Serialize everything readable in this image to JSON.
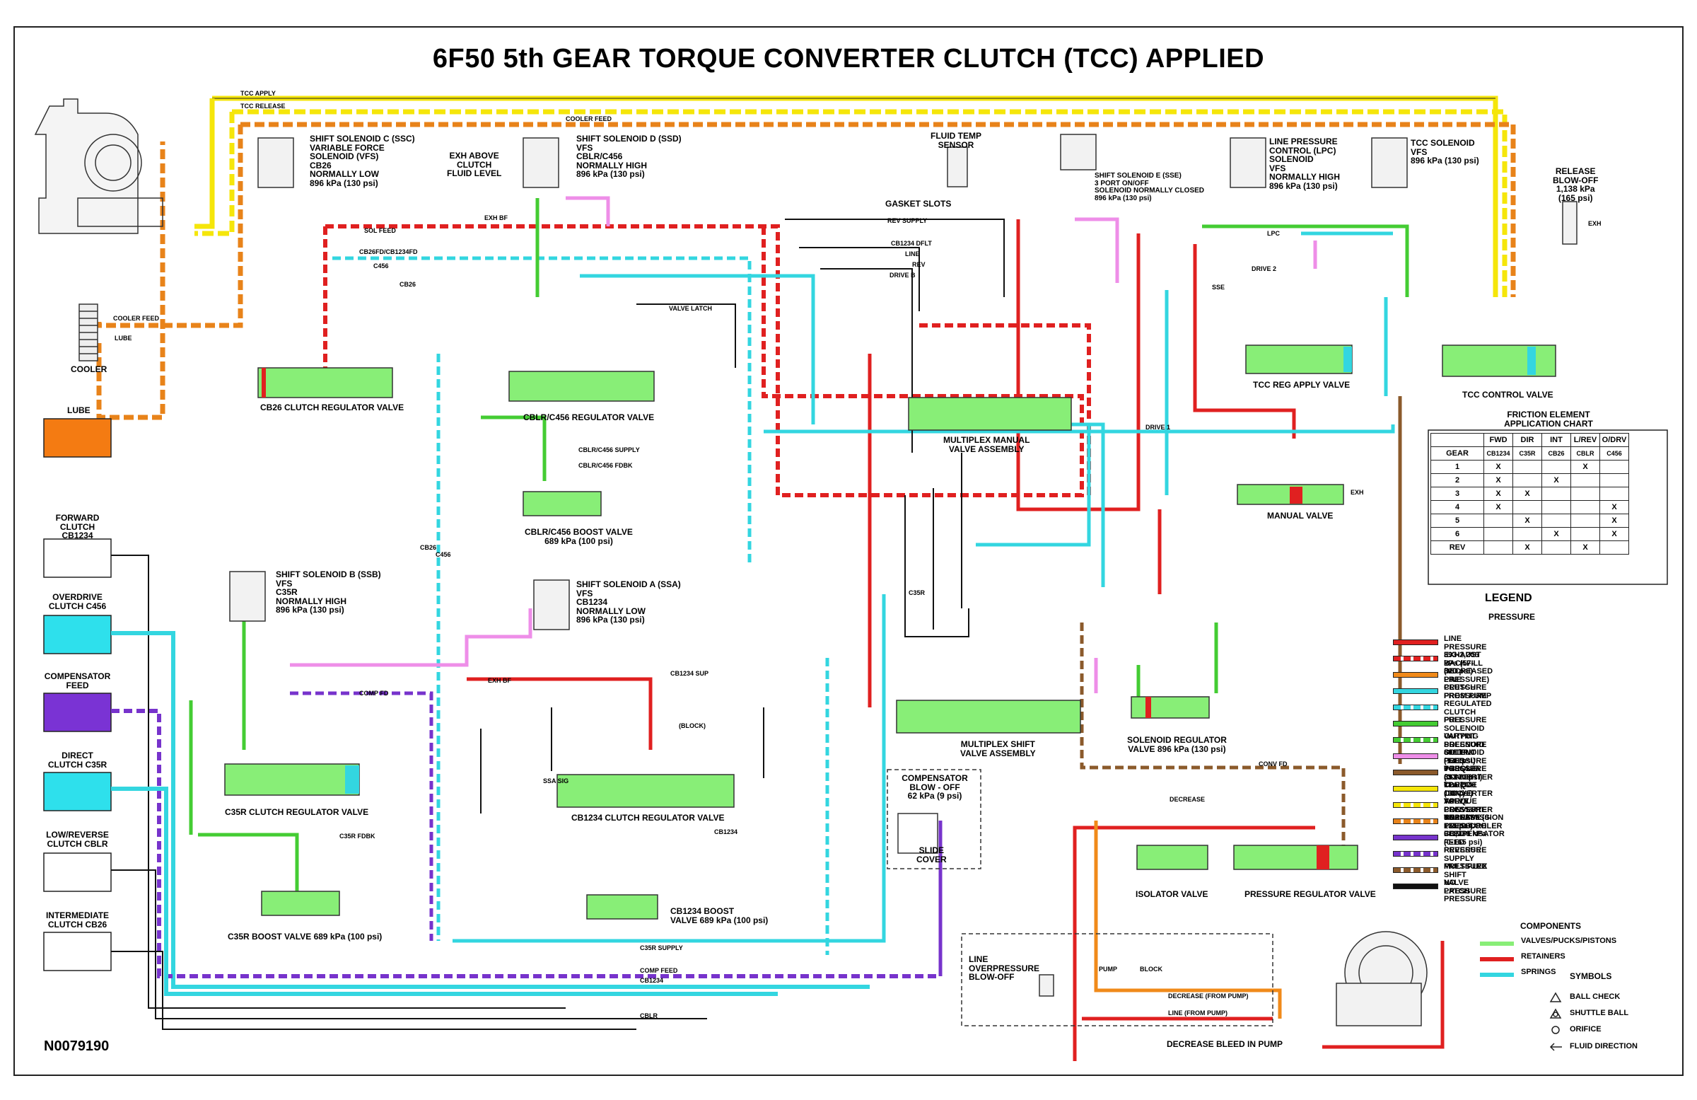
{
  "title": "6F50 5th GEAR TORQUE CONVERTER CLUTCH (TCC) APPLIED",
  "doc_id": "N0079190",
  "colors": {
    "line": "#e02020",
    "exhaust_backfill": "#e02020",
    "decreased_line": "#f08a1a",
    "clutch": "#33d6e0",
    "regulated_clutch": "#33d6e0",
    "full_solenoid": "#44cc33",
    "varying_solenoid": "#44cc33",
    "solenoid_feed": "#ee8ee8",
    "tcc_supply": "#8b5a2b",
    "tcc_apply": "#f5e60a",
    "tcc_release": "#f5e60a",
    "cooler_feed": "#e8831a",
    "compensator_feed": "#7733cc",
    "reverse_supply": "#7733cc",
    "latch": "#8b5a2b",
    "no_pressure": "#111111",
    "valves": "#88ee77",
    "retainers": "#e02020",
    "springs": "#33d6e0",
    "lube_box": "#f47b12",
    "overdrive_box": "#2ee0ec",
    "compensator_box": "#7a33d4",
    "direct_box": "#2ee0ec"
  },
  "top_lines": {
    "tcc_apply": "TCC APPLY",
    "tcc_release": "TCC RELEASE",
    "cooler_feed": "COOLER FEED"
  },
  "left_panel": {
    "cooler_feed": "COOLER FEED",
    "lube_line": "LUBE",
    "cooler": "COOLER",
    "lube": "LUBE",
    "forward": "FORWARD\nCLUTCH CB1234",
    "overdrive": "OVERDRIVE\nCLUTCH C456",
    "compensator": "COMPENSATOR\nFEED",
    "direct": "DIRECT\nCLUTCH C35R",
    "low_reverse": "LOW/REVERSE\nCLUTCH CBLR",
    "intermediate": "INTERMEDIATE\nCLUTCH CB26"
  },
  "solenoids": {
    "ssc": "SHIFT SOLENOID C (SSC)\nVARIABLE FORCE\nSOLENOID (VFS)\nCB26\nNORMALLY LOW\n896 kPa (130 psi)",
    "ssd": "SHIFT SOLENOID D (SSD)\nVFS\nCBLR/C456\nNORMALLY HIGH\n896 kPa (130 psi)",
    "exh_above": "EXH ABOVE\nCLUTCH\nFLUID LEVEL",
    "fluid_temp": "FLUID TEMP\nSENSOR",
    "gasket_slots": "GASKET SLOTS",
    "sse": "SHIFT SOLENOID E (SSE)\n3 PORT ON/OFF\nSOLENOID NORMALLY CLOSED\n896 kPa (130 psi)",
    "lpc": "LINE PRESSURE\nCONTROL (LPC)\nSOLENOID\nVFS\nNORMALLY HIGH\n896 kPa (130 psi)",
    "tcc": "TCC SOLENOID\nVFS\n896 kPa (130 psi)",
    "release_blowoff": "RELEASE\nBLOW-OFF\n1,138 kPa\n(165 psi)",
    "exh": "EXH",
    "ssb": "SHIFT SOLENOID B (SSB)\nVFS\nC35R\nNORMALLY HIGH\n896 kPa (130 psi)",
    "ssa": "SHIFT SOLENOID A (SSA)\nVFS\nCB1234\nNORMALLY LOW\n896 kPa (130 psi)"
  },
  "valves": {
    "cb26": "CB26 CLUTCH REGULATOR VALVE",
    "cblr": "CBLR/C456 REGULATOR VALVE",
    "cblr_boost": "CBLR/C456 BOOST VALVE\n689 kPa (100 psi)",
    "multiplex_manual": "MULTIPLEX MANUAL\nVALVE ASSEMBLY",
    "tcc_reg": "TCC REG APPLY VALVE",
    "tcc_control": "TCC CONTROL VALVE",
    "manual": "MANUAL VALVE",
    "c35r": "C35R CLUTCH REGULATOR VALVE",
    "c35r_boost": "C35R BOOST VALVE 689 kPa (100 psi)",
    "cb1234": "CB1234 CLUTCH REGULATOR VALVE",
    "cb1234_boost": "CB1234 BOOST\nVALVE 689 kPa (100 psi)",
    "multiplex_shift": "MULTIPLEX SHIFT\nVALVE ASSEMBLY",
    "solenoid_reg": "SOLENOID REGULATOR\nVALVE 896 kPa (130 psi)",
    "compensator": "COMPENSATOR\nBLOW - OFF\n62 kPa (9 psi)",
    "slide_cover": "SLIDE\nCOVER",
    "isolator": "ISOLATOR VALVE",
    "pressure_reg": "PRESSURE REGULATOR VALVE",
    "line_overpressure": "LINE\nOVERPRESSURE\nBLOW-OFF",
    "decrease_bleed": "DECREASE BLEED IN PUMP"
  },
  "line_labels": {
    "exh_bf": "EXH BF",
    "sol_feed": "SOL FEED",
    "c456": "C456",
    "cb26fd": "CB26FD/CB1234FD",
    "cb26": "CB26",
    "rev_supply": "REV SUPPLY",
    "cb1234_dflt": "CB1234 DFLT",
    "line": "LINE",
    "rev": "REV",
    "drive_b": "DRIVE B",
    "lpc": "LPC",
    "drive2": "DRIVE 2",
    "sse": "SSE",
    "drive1": "DRIVE 1",
    "exh": "EXH",
    "c35r": "C35R",
    "c35r_supply": "C35R SUPPLY",
    "comp_feed": "COMP FEED",
    "cb1234": "CB1234",
    "cblr": "CBLR",
    "conv_fd": "CONV FD",
    "decrease": "DECREASE",
    "pump": "PUMP",
    "block": "BLOCK",
    "decrease_from_pump": "DECREASE (FROM PUMP)",
    "line_from_pump": "LINE (FROM PUMP)",
    "block_paren": "(BLOCK)",
    "cb1234_sup": "CB1234 SUP",
    "c35r_fdbk": "C35R FDBK",
    "comp_fd": "COMP FD",
    "cblr_c456_fdbk": "CBLR/C456 FDBK",
    "cblr_c456_supply": "CBLR/C456 SUPPLY",
    "valve_latch": "VALVE LATCH",
    "exh_bf_v": "EXH BF",
    "cb1234_v": "CB1234",
    "cb26_v": "CB26",
    "c456_v": "C456",
    "ssa_sig": "SSA SIG"
  },
  "friction_chart": {
    "title": "FRICTION ELEMENT\nAPPLICATION CHART",
    "columns": [
      "FWD",
      "DIR",
      "INT",
      "L/REV",
      "O/DRV"
    ],
    "sub": [
      "CB1234",
      "C35R",
      "CB26",
      "CBLR",
      "C456"
    ],
    "gear_header": "GEAR",
    "rows": [
      {
        "gear": "1",
        "cells": [
          "X",
          "",
          "",
          "X",
          ""
        ]
      },
      {
        "gear": "2",
        "cells": [
          "X",
          "",
          "X",
          "",
          ""
        ]
      },
      {
        "gear": "3",
        "cells": [
          "X",
          "X",
          "",
          "",
          ""
        ]
      },
      {
        "gear": "4",
        "cells": [
          "X",
          "",
          "",
          "",
          "X"
        ]
      },
      {
        "gear": "5",
        "cells": [
          "",
          "X",
          "",
          "",
          "X"
        ]
      },
      {
        "gear": "6",
        "cells": [
          "",
          "",
          "X",
          "",
          "X"
        ]
      },
      {
        "gear": "REV",
        "cells": [
          "",
          "X",
          "",
          "X",
          ""
        ]
      }
    ]
  },
  "legend": {
    "title": "LEGEND",
    "pressure": "PRESSURE",
    "items": [
      {
        "text": "LINE PRESSURE 393-2,206 kPa (57-320 psi)",
        "color": "#e02020",
        "style": "solid"
      },
      {
        "text": "EXHAUST BACKFILL (NO PRESSURE)",
        "color": "#e02020",
        "style": "dashed"
      },
      {
        "text": "DECREASED LINE PRESSURE FROM PUMP",
        "color": "#f08a1a",
        "style": "solid"
      },
      {
        "text": "CLUTCH PRESSURE",
        "color": "#33d6e0",
        "style": "solid"
      },
      {
        "text": "REGULATED CLUTCH PRESSURE",
        "color": "#33d6e0",
        "style": "dashed"
      },
      {
        "text": "FULL SOLENOID OUTPUT PRESSURE 896 kPa (130 psi)",
        "color": "#44cc33",
        "style": "solid"
      },
      {
        "text": "VARYING SOLENOID OUTPUT PRESSURE\n0-896 kPa (0-130 psi)",
        "color": "#44cc33",
        "style": "dashed"
      },
      {
        "text": "SOLENOID FEED PRESSURE 393-896 kPa (57-130 psi)",
        "color": "#ee8ee8",
        "style": "solid"
      },
      {
        "text": "TORQUE CONVERTER CLUTCH (TCC)\nVALVE PRESSURE SUPPLY",
        "color": "#8b5a2b",
        "style": "solid"
      },
      {
        "text": "TORQUE CONVERTER APPLY PRESSURE\n0-931 kPa (0-135 psi)",
        "color": "#f5e60a",
        "style": "solid"
      },
      {
        "text": "TORQUE CONVERTER RELEASE PRESSURE\n0-1,138 kPa (0-165 psi)",
        "color": "#f5e60a",
        "style": "dashed"
      },
      {
        "text": "TRANSMISSION FLUID COOLER FEED",
        "color": "#e8831a",
        "style": "dashed"
      },
      {
        "text": "COMPENSATOR FEED PRESSURE",
        "color": "#7733cc",
        "style": "solid"
      },
      {
        "text": "REVERSE SUPPLY PRESSURE",
        "color": "#7733cc",
        "style": "dashed"
      },
      {
        "text": "MULTIPLEX SHIFT VALVE LATCH PRESSURE",
        "color": "#8b5a2b",
        "style": "dashed"
      },
      {
        "text": "NO PRESSURE",
        "color": "#111111",
        "style": "solid"
      }
    ],
    "components_title": "COMPONENTS",
    "components": [
      {
        "text": "VALVES/PUCKS/PISTONS",
        "color": "#88ee77"
      },
      {
        "text": "RETAINERS",
        "color": "#e02020"
      },
      {
        "text": "SPRINGS",
        "color": "#33d6e0"
      }
    ],
    "symbols_title": "SYMBOLS",
    "symbols": [
      "BALL CHECK",
      "SHUTTLE BALL",
      "ORIFICE",
      "FLUID DIRECTION"
    ]
  }
}
